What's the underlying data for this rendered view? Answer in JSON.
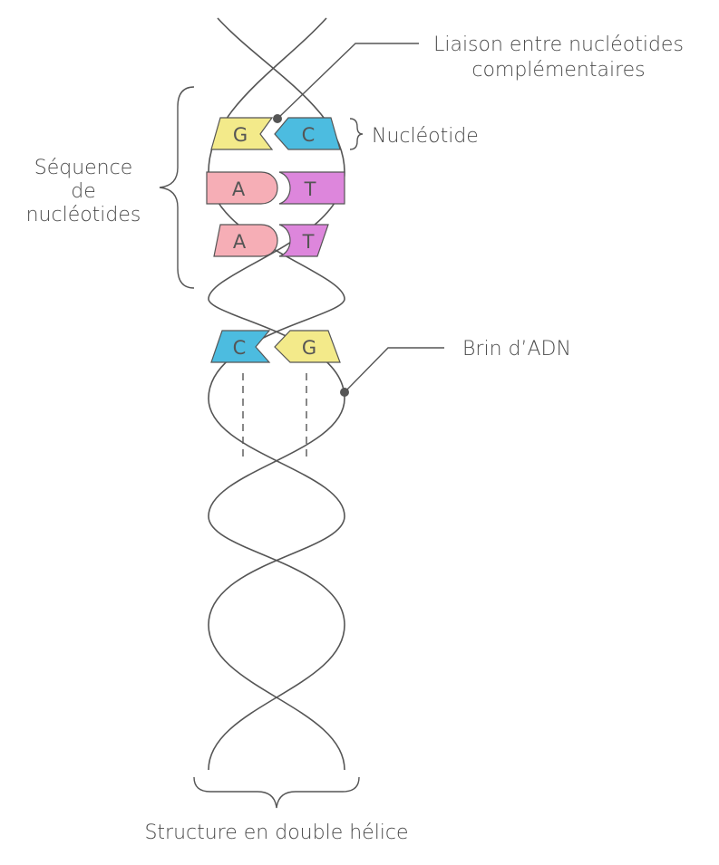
{
  "labels": {
    "liaison_line1": "Liaison entre nucléotides",
    "liaison_line2": "complémentaires",
    "nucleotide": "Nucléotide",
    "sequence_line1": "Séquence",
    "sequence_line2": "de",
    "sequence_line3": "nucléotides",
    "brin": "Brin d’ADN",
    "structure": "Structure en double hélice"
  },
  "base_pairs": [
    {
      "left": "G",
      "right": "C"
    },
    {
      "left": "A",
      "right": "T"
    },
    {
      "left": "A",
      "right": "T"
    },
    {
      "left": "C",
      "right": "G"
    }
  ],
  "colors": {
    "G": "#f3ea8a",
    "C": "#4cbce0",
    "A": "#f6aeb6",
    "T": "#dd86dc",
    "line": "#555555"
  }
}
